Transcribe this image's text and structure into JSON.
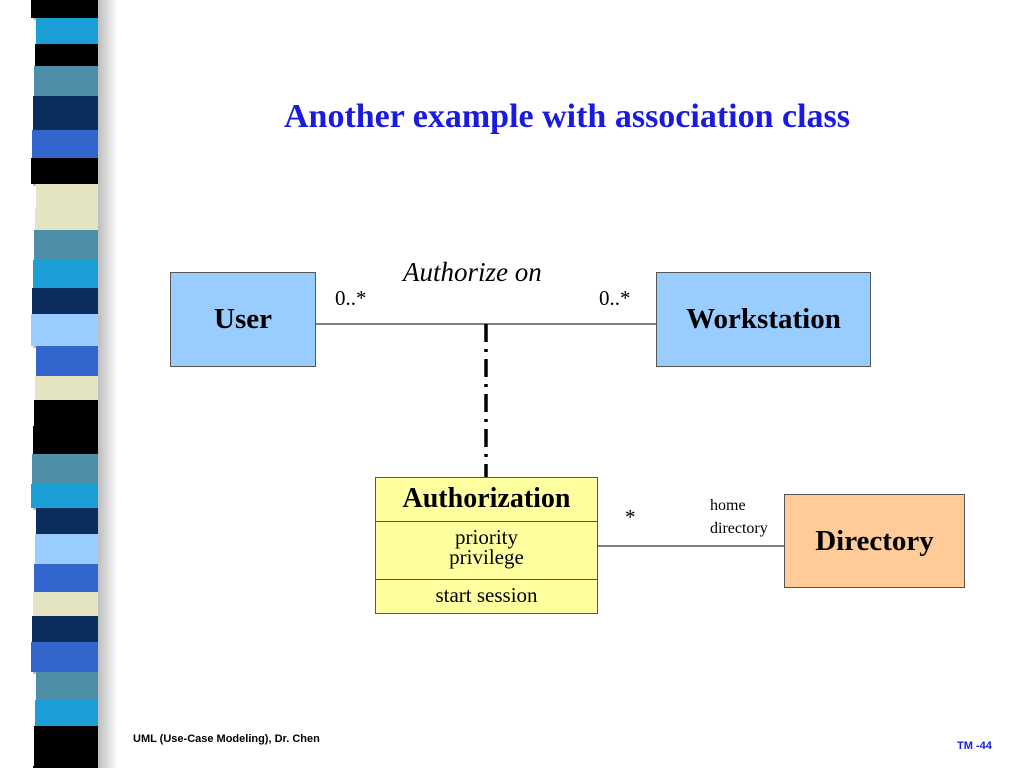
{
  "colors": {
    "title": "#1a1ae0",
    "class_fill": "#99ccff",
    "assoc_fill": "#ffffa0",
    "dir_fill": "#ffcc99",
    "stripes": [
      "#000000",
      "#1b9fd6",
      "#4d8fa8",
      "#0b2d5e",
      "#3366cc",
      "#e4e4c0",
      "#99ccff",
      "#ffffff"
    ]
  },
  "slide": {
    "title": "Another example with association class",
    "footer_left": "UML (Use-Case Modeling), Dr. Chen",
    "footer_right": "TM -44"
  },
  "diagram": {
    "user": "User",
    "workstation": "Workstation",
    "association_name": "Authorize on",
    "mult_user": "0..*",
    "mult_workstation": "0..*",
    "assoc_class": {
      "name": "Authorization",
      "attr1": "priority",
      "attr2": "privilege",
      "op": "start session"
    },
    "directory": "Directory",
    "mult_assoc_dir": "*",
    "role_line1": "home",
    "role_line2": "directory"
  }
}
